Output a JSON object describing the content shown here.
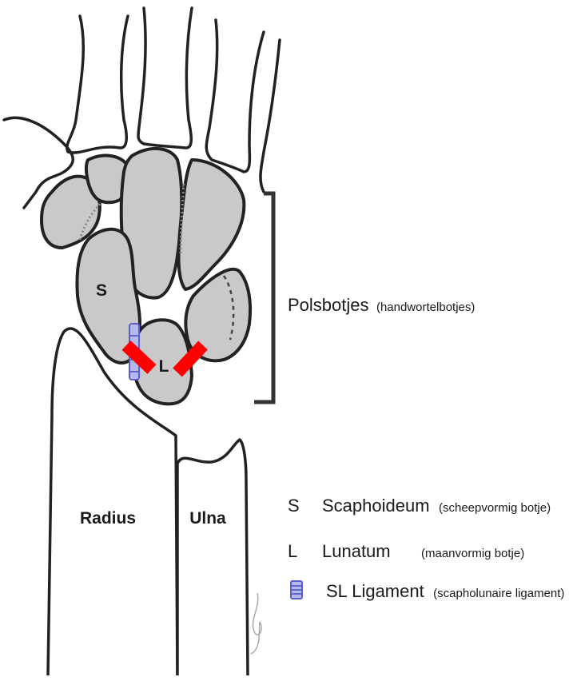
{
  "bone_labels": {
    "scaphoid": "S",
    "lunate": "L",
    "radius": "Radius",
    "ulna": "Ulna"
  },
  "bracket_label": {
    "main": "Polsbotjes",
    "sub": "(handwortelbotjes)"
  },
  "legend": [
    {
      "symbol": "S",
      "name": "Scaphoideum",
      "description": "(scheepvormig botje)"
    },
    {
      "symbol": "L",
      "name": "Lunatum",
      "description": "(maanvormig botje)"
    },
    {
      "symbol": "ligament-swatch",
      "name": "SL Ligament",
      "description": "(scapholunaire ligament)"
    }
  ],
  "colors": {
    "bone_fill": "#c9c9c9",
    "outline": "#222222",
    "marker": "#ff0000",
    "ligament": "#5a5fd0"
  }
}
